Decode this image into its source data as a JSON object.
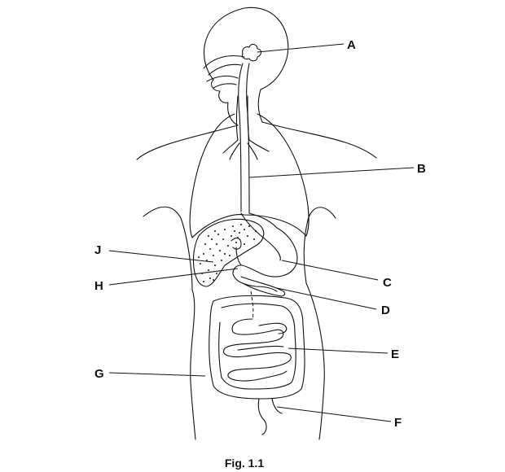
{
  "labels": {
    "A": "A",
    "B": "B",
    "C": "C",
    "D": "D",
    "E": "E",
    "F": "F",
    "G": "G",
    "H": "H",
    "J": "J"
  },
  "caption": "Fig. 1.1"
}
